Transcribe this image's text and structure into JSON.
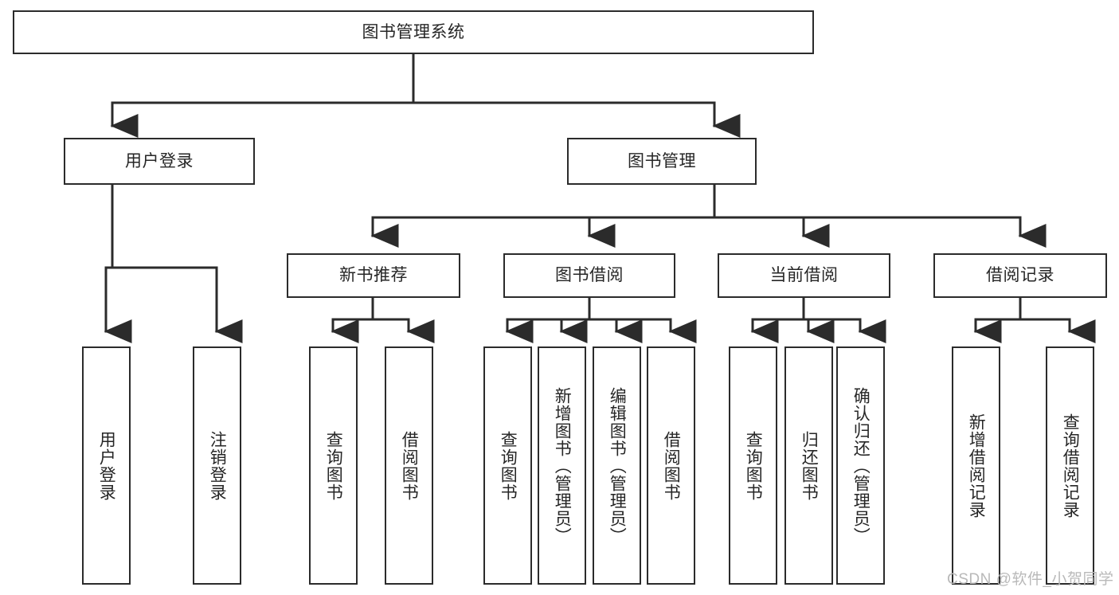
{
  "diagram": {
    "type": "tree",
    "title": "图书管理系统",
    "orientation": "top-down",
    "edge_color": "#2b2b2b",
    "node_fill": "#ffffff",
    "node_border": "#2b2b2b",
    "text_color": "#262626"
  },
  "root": {
    "label": "图书管理系统"
  },
  "level2": [
    {
      "label": "用户登录"
    },
    {
      "label": "图书管理"
    }
  ],
  "level3": [
    {
      "label": "新书推荐"
    },
    {
      "label": "图书借阅"
    },
    {
      "label": "当前借阅"
    },
    {
      "label": "借阅记录"
    }
  ],
  "leaves": {
    "user_login": [
      {
        "label": "用户登录"
      },
      {
        "label": "注销登录"
      }
    ],
    "new_book_recommend": [
      {
        "label": "查询图书"
      },
      {
        "label": "借阅图书"
      }
    ],
    "book_borrow": [
      {
        "label": "查询图书"
      },
      {
        "label": "新增图书（管理员）"
      },
      {
        "label": "编辑图书（管理员）"
      },
      {
        "label": "借阅图书"
      }
    ],
    "current_borrow": [
      {
        "label": "查询图书"
      },
      {
        "label": "归还图书"
      },
      {
        "label": "确认归还（管理员）"
      }
    ],
    "borrow_record": [
      {
        "label": "新增借阅记录"
      },
      {
        "label": "查询借阅记录"
      }
    ]
  },
  "watermark": {
    "text": "CSDN @软件_小贺同学"
  }
}
